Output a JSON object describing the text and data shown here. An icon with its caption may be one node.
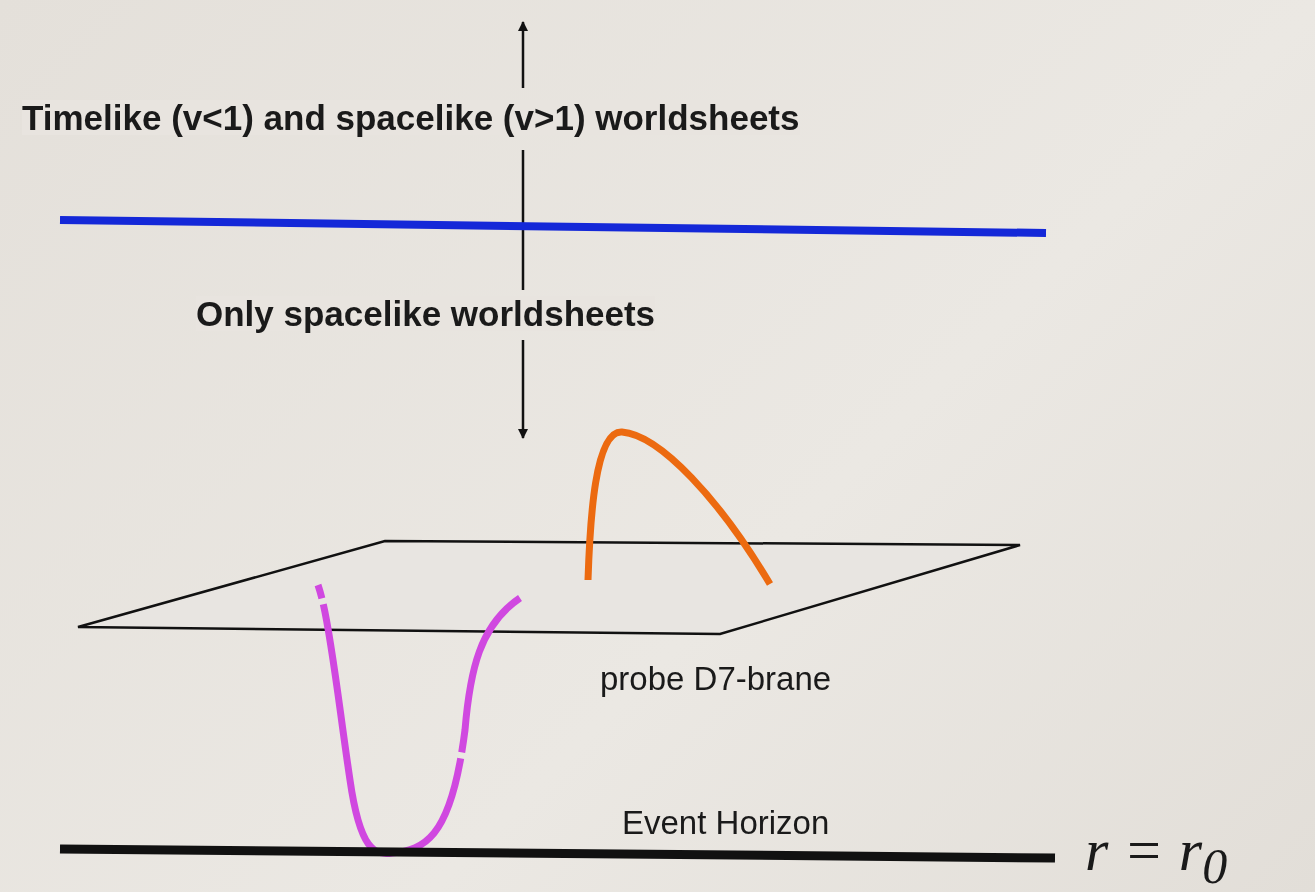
{
  "diagram": {
    "labels": [
      "Timelike (v<1) and spacelike (v>1) worldsheets",
      "Only spacelike worldsheets",
      "probe D7-brane",
      "Event Horizon",
      "r = r$_{0}$"
    ]
  }
}
